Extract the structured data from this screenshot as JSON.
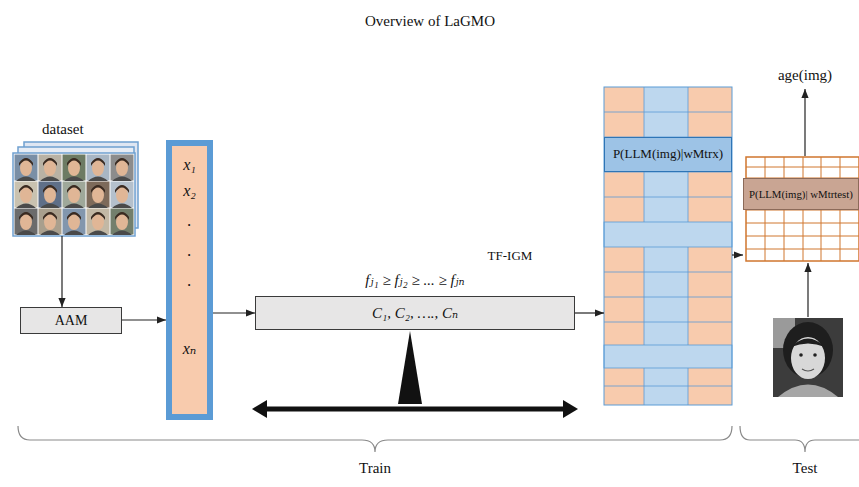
{
  "diagram": {
    "title": "Overview of LaGMO",
    "nodes": [
      {
        "text": [
          "dataset"
        ]
      },
      {
        "text": [
          "AAM"
        ]
      },
      {
        "text": [
          "x₁",
          "x₂",
          ".",
          ".",
          ".",
          "xₙ"
        ]
      },
      {
        "text": [
          "fⱼ₁ ≥ fⱼ₂ ≥ ... ≥ fⱼₙ",
          "C₁, C₂, …., Cₙ"
        ]
      },
      {
        "text": [
          "P(LLM(img)|wMtrx)"
        ]
      },
      {
        "text": [
          "P(LLM(img)| wMtrtest)"
        ]
      }
    ],
    "edges": [
      {
        "from": 0,
        "to": 1,
        "arrow": "to"
      },
      {
        "from": 1,
        "to": 2,
        "arrow": "to"
      },
      {
        "from": 2,
        "to": 3,
        "arrow": "to"
      },
      {
        "from": 3,
        "to": 4,
        "arrow": "to"
      },
      {
        "from": 4,
        "to": 5,
        "arrow": "to"
      }
    ],
    "labels": [
      "TF-IGM",
      "age(img)",
      "Train",
      "Test"
    ]
  }
}
